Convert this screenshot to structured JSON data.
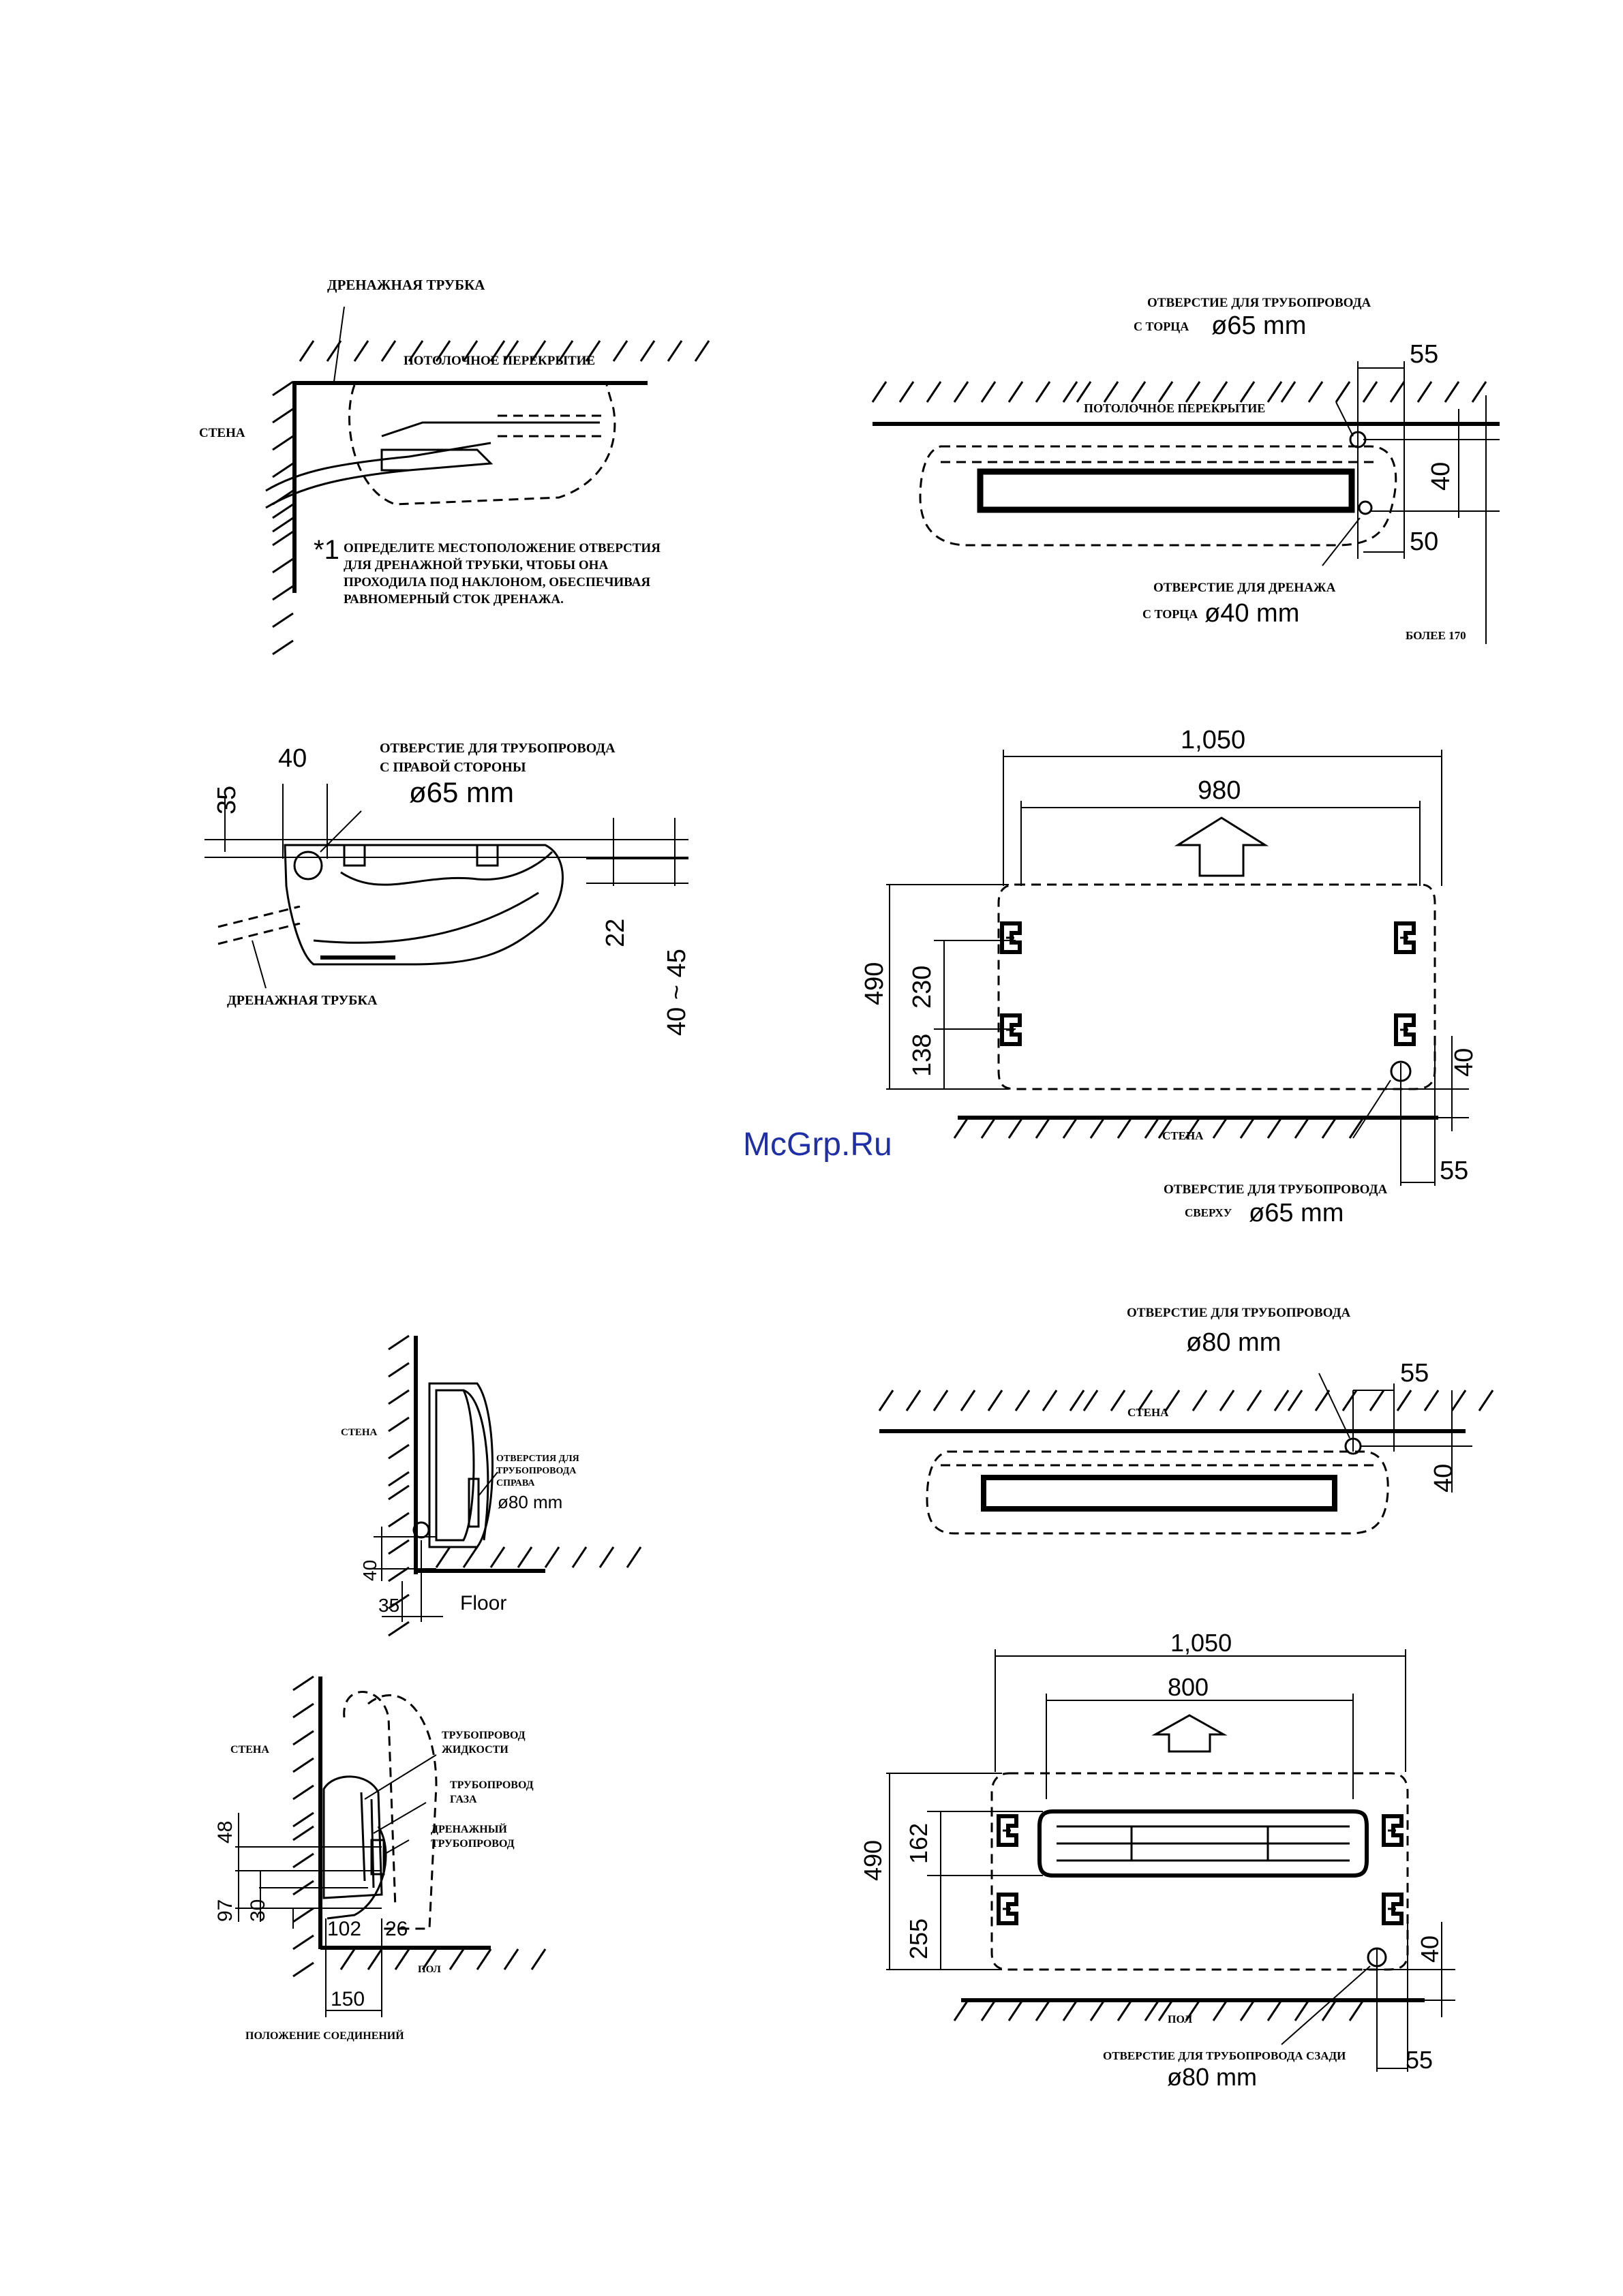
{
  "watermark": "McGrp.Ru",
  "fig1": {
    "drain_pipe": "ДРЕНАЖНАЯ ТРУБКА",
    "ceiling": "ПОТОЛОЧНОЕ ПЕРЕКРЫТИЕ",
    "wall": "СТЕНА",
    "note_marker": "*1",
    "note_lines": [
      "ОПРЕДЕЛИТЕ МЕСТОПОЛОЖЕНИЕ ОТВЕРСТИЯ",
      "ДЛЯ ДРЕНАЖНОЙ ТРУБКИ, ЧТОБЫ ОНА",
      "ПРОХОДИЛА ПОД НАКЛОНОМ, ОБЕСПЕЧИВАЯ",
      "РАВНОМЕРНЫЙ СТОК ДРЕНАЖА."
    ]
  },
  "fig2": {
    "pipe_hole": "ОТВЕРСТИЕ ДЛЯ ТРУБОПРОВОДА",
    "pipe_end": "С ТОРЦА",
    "pipe_diameter": "ø65 mm",
    "ceiling": "ПОТОЛОЧНОЕ ПЕРЕКРЫТИЕ",
    "dim_55": "55",
    "dim_40": "40",
    "dim_50": "50",
    "drain_hole": "ОТВЕРСТИЕ ДЛЯ ДРЕНАЖА",
    "drain_end": "С ТОРЦА",
    "drain_diameter": "ø40 mm",
    "more_than": "БОЛЕЕ 170"
  },
  "fig3": {
    "dim_40": "40",
    "dim_35": "35",
    "pipe_hole": "ОТВЕРСТИЕ ДЛЯ ТРУБОПРОВОДА",
    "right_side": "С ПРАВОЙ СТОРОНЫ",
    "diameter": "ø65 mm",
    "dim_22": "22",
    "dim_40_45": "40 ~ 45",
    "drain_pipe": "ДРЕНАЖНАЯ ТРУБКА"
  },
  "fig4": {
    "dim_1050": "1,050",
    "dim_980": "980",
    "dim_490": "490",
    "dim_230": "230",
    "dim_138": "138",
    "dim_40": "40",
    "wall": "СТЕНА",
    "pipe_hole": "ОТВЕРСТИЕ ДЛЯ ТРУБОПРОВОДА",
    "from_top": "СВЕРХУ",
    "diameter": "ø65 mm",
    "dim_55": "55"
  },
  "fig5": {
    "wall": "СТЕНА",
    "pipe_holes": [
      "ОТВЕРСТИЯ ДЛЯ",
      "ТРУБОПРОВОДА",
      "СПРАВА"
    ],
    "diameter": "ø80 mm",
    "dim_40": "40",
    "dim_35": "35",
    "floor": "Floor"
  },
  "fig6": {
    "pipe_hole": "ОТВЕРСТИЕ ДЛЯ ТРУБОПРОВОДА",
    "diameter": "ø80 mm",
    "dim_55": "55",
    "wall": "СТЕНА",
    "dim_40": "40"
  },
  "fig7": {
    "wall": "СТЕНА",
    "liquid_pipe": [
      "ТРУБОПРОВОД",
      "ЖИДКОСТИ"
    ],
    "gas_pipe": [
      "ТРУБОПРОВОД",
      "ГАЗА"
    ],
    "drain_pipe": [
      "ДРЕНАЖНЫЙ",
      "ТРУБОПРОВОД"
    ],
    "dim_48": "48",
    "dim_97": "97",
    "dim_30": "30",
    "dim_102": "102",
    "dim_26": "26",
    "floor": "ПОЛ",
    "dim_150": "150",
    "connections": "ПОЛОЖЕНИЕ СОЕДИНЕНИЙ"
  },
  "fig8": {
    "dim_1050": "1,050",
    "dim_800": "800",
    "dim_490": "490",
    "dim_162": "162",
    "dim_255": "255",
    "dim_40": "40",
    "floor": "ПОЛ",
    "pipe_hole_back": "ОТВЕРСТИЕ ДЛЯ ТРУБОПРОВОДА СЗАДИ",
    "diameter": "ø80 mm",
    "dim_55": "55"
  }
}
